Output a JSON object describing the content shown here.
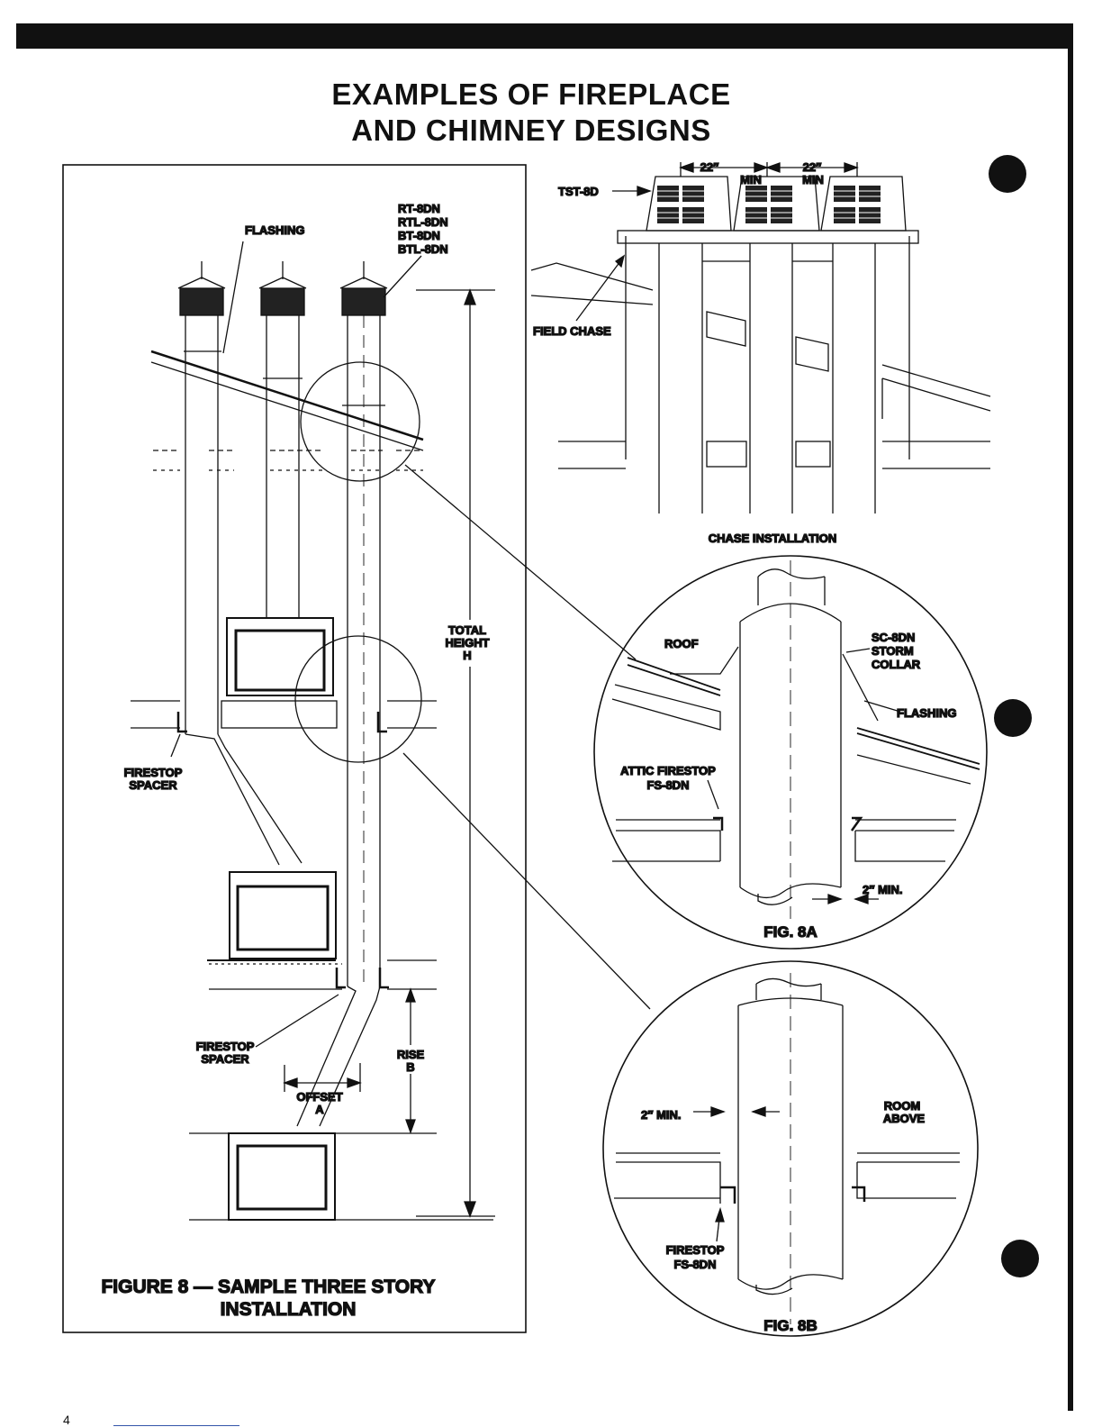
{
  "title": {
    "line1": "EXAMPLES OF FIREPLACE",
    "line2": "AND CHIMNEY DESIGNS"
  },
  "figure8": {
    "caption_line1": "FIGURE 8 — SAMPLE THREE STORY",
    "caption_line2": "INSTALLATION",
    "flashing": "FLASHING",
    "caps": [
      "RT-8DN",
      "RTL-8DN",
      "BT-8DN",
      "BTL-8DN"
    ],
    "total_height": [
      "TOTAL",
      "HEIGHT",
      "H"
    ],
    "firestop_spacer_1": [
      "FIRESTOP",
      "SPACER"
    ],
    "firestop_spacer_2": [
      "FIRESTOP",
      "SPACER"
    ],
    "rise": [
      "RISE",
      "B"
    ],
    "offset": [
      "OFFSET",
      "A"
    ]
  },
  "chase": {
    "tst": "TST-8D",
    "dim1": "22″",
    "dim2": "22″",
    "min1": "MIN",
    "min2": "MIN",
    "field_chase": "FIELD CHASE",
    "caption": "CHASE INSTALLATION"
  },
  "fig8a": {
    "roof": "ROOF",
    "storm_collar": [
      "SC-8DN",
      "STORM",
      "COLLAR"
    ],
    "flashing": "FLASHING",
    "attic_firestop": [
      "ATTIC FIRESTOP",
      "FS-8DN"
    ],
    "clearance": "2″ MIN.",
    "label": "FIG. 8A"
  },
  "fig8b": {
    "clearance": "2″ MIN.",
    "room_above": [
      "ROOM",
      "ABOVE"
    ],
    "firestop": [
      "FIRESTOP",
      "FS-8DN"
    ],
    "label": "FIG. 8B"
  },
  "page_number": "4"
}
